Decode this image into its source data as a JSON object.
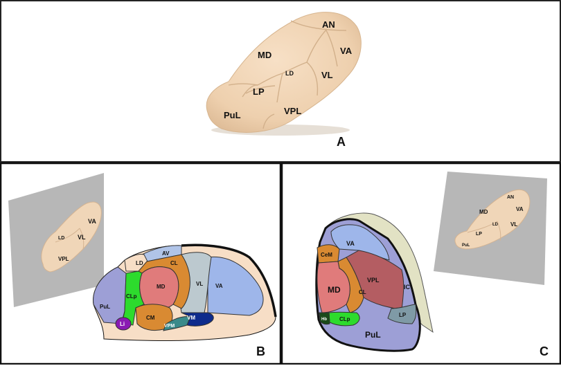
{
  "panels": {
    "A": {
      "letter": "A",
      "labels": {
        "an": "AN",
        "va": "VA",
        "md": "MD",
        "ld": "LD",
        "vl": "VL",
        "lp": "LP",
        "pul": "PuL",
        "vpl": "VPL"
      }
    },
    "B": {
      "letter": "B",
      "inset_labels": {
        "ld": "LD",
        "va": "VA",
        "vl": "VL",
        "vpl": "VPL"
      },
      "labels": {
        "av": "AV",
        "ld": "LD",
        "cl": "CL",
        "md": "MD",
        "vl": "VL",
        "va": "VA",
        "pul": "PuL",
        "clp": "CLp",
        "cm": "CM",
        "li": "Li",
        "vpm": "VPM",
        "vm": "VM"
      }
    },
    "C": {
      "letter": "C",
      "inset_labels": {
        "an": "AN",
        "md": "MD",
        "va": "VA",
        "lp": "LP",
        "ld": "LD",
        "vl": "VL",
        "pul": "PuL"
      },
      "labels": {
        "va": "VA",
        "cem": "CeM",
        "md": "MD",
        "vpl": "VPL",
        "ic": "IC",
        "cl": "CL",
        "lp": "LP",
        "hb": "Hb",
        "clp": "CLp",
        "pul": "PuL"
      }
    }
  },
  "colors": {
    "thalamus_skin": "#f3d7b8",
    "md": "#e07b7b",
    "va": "#9eb6ea",
    "vl": "#bcc9cf",
    "cl": "#d98a32",
    "clp": "#2ddb2d",
    "pul": "#9d9fd6",
    "vpl": "#b45d62",
    "vm": "#0e2b8c",
    "li": "#8a1ab3",
    "hb": "#1a4a1a",
    "ic": "#e2e2c4",
    "plane": "#b5b5b5"
  }
}
